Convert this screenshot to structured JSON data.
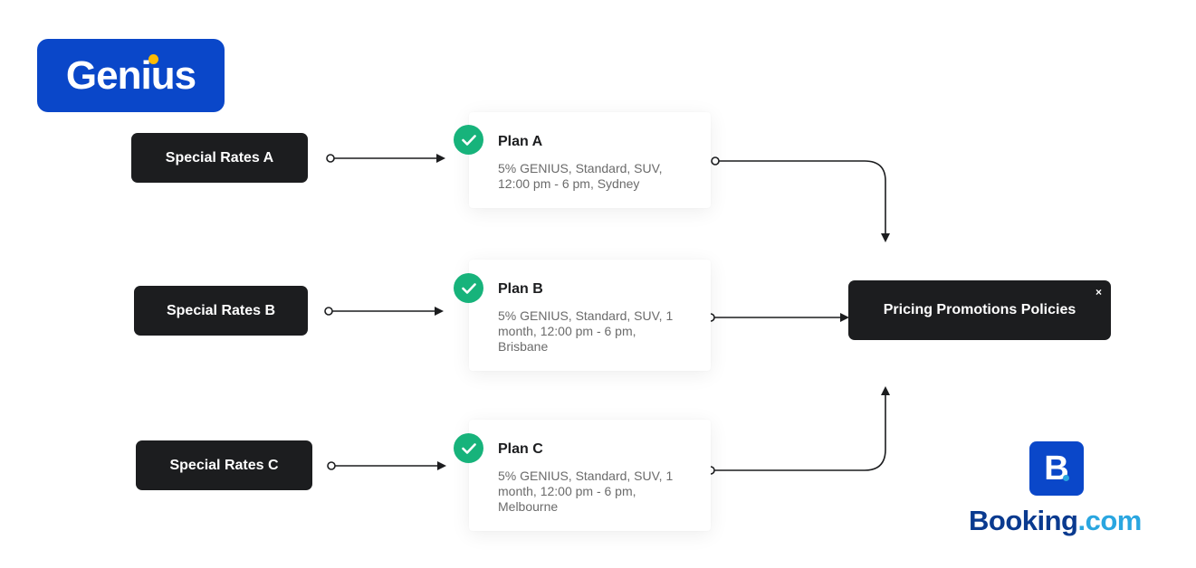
{
  "logos": {
    "genius": "Genius",
    "booking_badge_letter": "B",
    "booking_name": "Booking",
    "booking_tld": ".com"
  },
  "rates": [
    {
      "label": "Special Rates A"
    },
    {
      "label": "Special Rates B"
    },
    {
      "label": "Special Rates C"
    }
  ],
  "plans": [
    {
      "title": "Plan A",
      "line1": "5% GENIUS, Standard, SUV,",
      "line2": "12:00 pm - 6 pm, Sydney",
      "line3": ""
    },
    {
      "title": "Plan B",
      "line1": "5% GENIUS, Standard, SUV, 1",
      "line2": "month, 12:00 pm - 6 pm,",
      "line3": "Brisbane"
    },
    {
      "title": "Plan C",
      "line1": "5% GENIUS, Standard, SUV, 1",
      "line2": "month, 12:00 pm - 6 pm,",
      "line3": "Melbourne"
    }
  ],
  "policy": {
    "label": "Pricing Promotions Policies",
    "close": "×"
  },
  "colors": {
    "brand_blue": "#0a47c9",
    "genius_dot": "#febb02",
    "dark": "#1c1d1f",
    "check_green": "#17b37b",
    "com_blue": "#2aa6e0"
  },
  "icons": {
    "check": "check-icon",
    "close": "close-icon"
  }
}
